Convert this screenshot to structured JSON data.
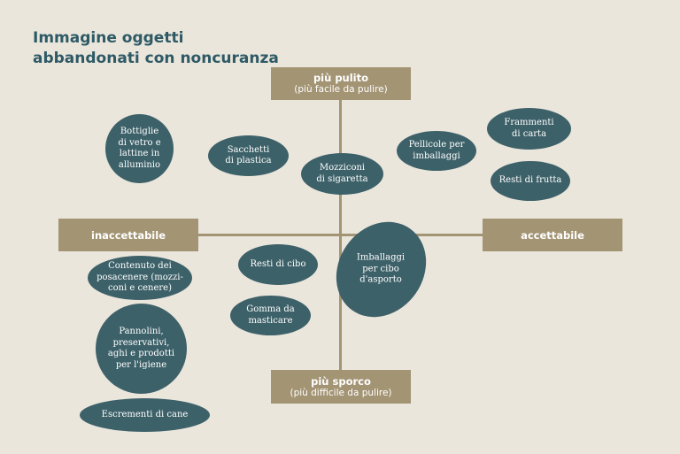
{
  "title": {
    "line1": "Immagine oggetti",
    "line2": "abbandonati con noncuranza"
  },
  "axes": {
    "top": {
      "label": "più pulito",
      "sub": "(più facile da pulire)"
    },
    "bottom": {
      "label": "più sporco",
      "sub": "(più difficile da pulire)"
    },
    "left": {
      "label": "inaccettabile"
    },
    "right": {
      "label": "accettabile"
    }
  },
  "colors": {
    "background": "#ebe6dc",
    "axis": "#a39474",
    "bubble": "#3d6169",
    "title": "#2e5a66"
  },
  "items": {
    "bottiglie": "Bottiglie\ndi vetro e\nlattine in\nalluminio",
    "sacchetti": "Sacchetti\ndi plastica",
    "mozziconi": "Mozziconi\ndi sigaretta",
    "pellicole": "Pellicole per\nimballaggi",
    "frammenti": "Frammenti\ndi carta",
    "resti_frutta": "Resti di frutta",
    "contenuto": "Contenuto dei\nposacenere (mozzi-\nconi e cenere)",
    "resti_cibo": "Resti di cibo",
    "imballaggi": "Imballaggi\nper cibo\nd'asporto",
    "gomma": "Gomma da\nmasticare",
    "pannolini": "Pannolini,\npreservativi,\naghi e prodotti\nper l'igiene",
    "escrementi": "Escrementi di cane"
  }
}
